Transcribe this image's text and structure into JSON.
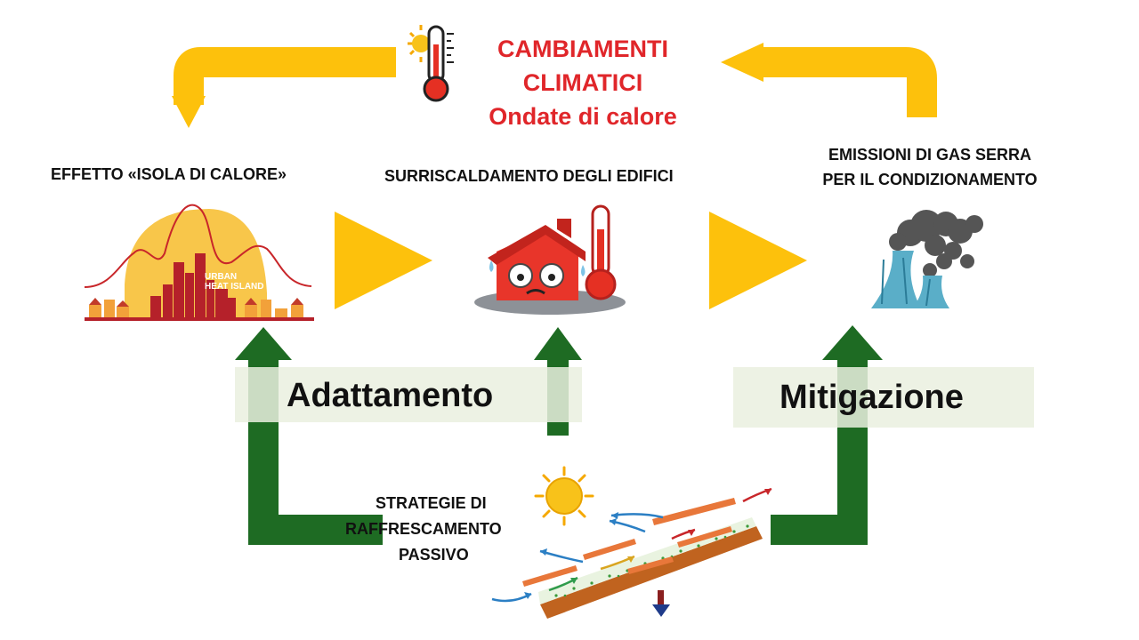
{
  "title": {
    "line1": "CAMBIAMENTI",
    "line2": "CLIMATICI",
    "line3": "Ondate di calore"
  },
  "nodes": {
    "heat_island": "EFFETTO «ISOLA DI CALORE»",
    "overheating": "SURRISCALDAMENTO DEGLI EDIFICI",
    "emissions_line1": "EMISSIONI DI GAS SERRA",
    "emissions_line2": "PER IL CONDIZIONAMENTO"
  },
  "urban_label": {
    "line1": "URBAN",
    "line2": "HEAT ISLAND"
  },
  "actions": {
    "adaptation": "Adattamento",
    "mitigation": "Mitigazione"
  },
  "strategy": {
    "line1": "STRATEGIE DI",
    "line2": "RAFFRESCAMENTO",
    "line3": "PASSIVO"
  },
  "colors": {
    "title_red": "#e0262a",
    "yellow_arrow": "#fdc10c",
    "green_arrow": "#1e6b23",
    "panel": "#eaf0df",
    "house_red": "#e8352a",
    "smoke_gray": "#555555",
    "tower_blue": "#5aaec8"
  },
  "icons": [
    "thermometer-sun-icon",
    "urban-heat-island-icon",
    "house-thermometer-icon",
    "cooling-tower-smoke-icon",
    "sun-icon",
    "green-roof-icon"
  ]
}
